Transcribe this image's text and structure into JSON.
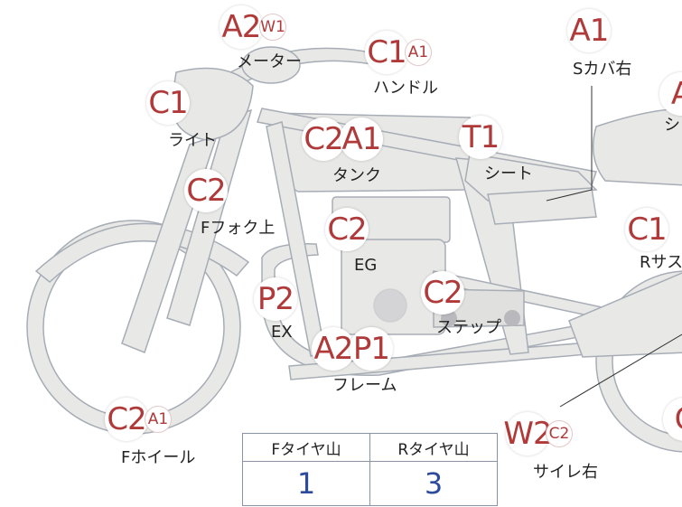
{
  "codes": {
    "meter": {
      "main": "A2",
      "sub": "W1"
    },
    "handle": {
      "main": "C1",
      "sub": "A1"
    },
    "s_cover": {
      "main": "A1"
    },
    "light": {
      "main": "C1"
    },
    "tank": {
      "main1": "C2",
      "main2": "A1"
    },
    "seat": {
      "main": "T1"
    },
    "fork": {
      "main": "C2"
    },
    "eg": {
      "main": "C2"
    },
    "ex": {
      "main": "P2"
    },
    "step": {
      "main": "C2"
    },
    "frame": {
      "main1": "A2",
      "main2": "P1"
    },
    "f_wheel": {
      "main": "C2",
      "sub": "A1"
    },
    "silencer": {
      "main": "W2",
      "sub": "C2"
    },
    "r_sus": {
      "main": "C1"
    },
    "right_edge_top": {
      "main": "A"
    },
    "right_edge_bottom": {
      "main": "C"
    }
  },
  "labels": {
    "meter": "メーター",
    "handle": "ハンドル",
    "s_cover": "Sカバ右",
    "light": "ライト",
    "tank": "タンク",
    "seat": "シート",
    "fork": "Fフォク上",
    "eg": "EG",
    "ex": "EX",
    "step": "ステップ",
    "frame": "フレーム",
    "f_wheel": "Fホイール",
    "silencer": "サイレ右",
    "r_sus": "Rサス",
    "right_edge": "シ"
  },
  "tire_table": {
    "front_header": "Fタイヤ山",
    "rear_header": "Rタイヤ山",
    "front_value": "1",
    "rear_value": "3"
  },
  "colors": {
    "code_text": "#b03a3a",
    "bike_fill": "#e8e8e6",
    "bike_stroke": "#9aa0aa",
    "table_value": "#2c4b9e"
  }
}
